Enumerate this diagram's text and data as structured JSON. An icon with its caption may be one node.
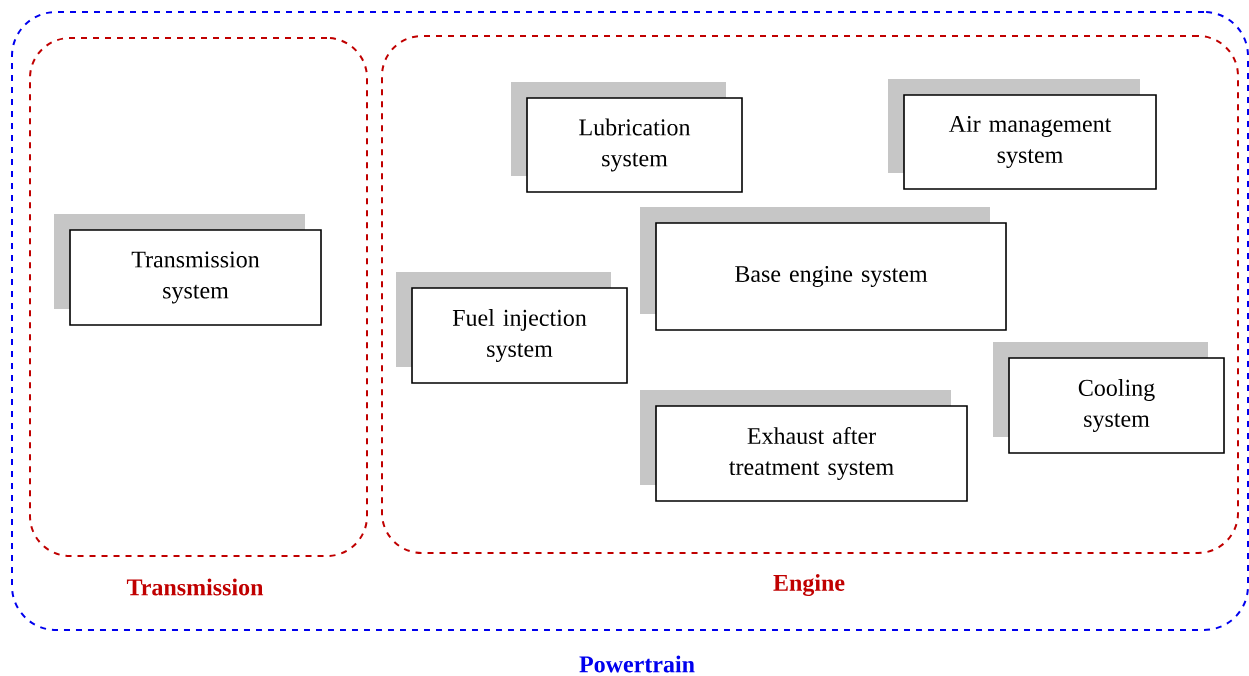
{
  "diagram": {
    "nodes": [
      {
        "text": [
          "Powertrain"
        ]
      },
      {
        "text": [
          "Transmission"
        ],
        "in": 0
      },
      {
        "text": [
          "Engine"
        ],
        "in": 0
      },
      {
        "text": [
          "Transmission system"
        ],
        "in": 1
      },
      {
        "text": [
          "Lubrication system"
        ],
        "in": 2
      },
      {
        "text": [
          "Air management system"
        ],
        "in": 2
      },
      {
        "text": [
          "Base engine system"
        ],
        "in": 2
      },
      {
        "text": [
          "Fuel injection system"
        ],
        "in": 2
      },
      {
        "text": [
          "Cooling system"
        ],
        "in": 2
      },
      {
        "text": [
          "Exhaust after treatment system"
        ],
        "in": 2
      }
    ]
  }
}
